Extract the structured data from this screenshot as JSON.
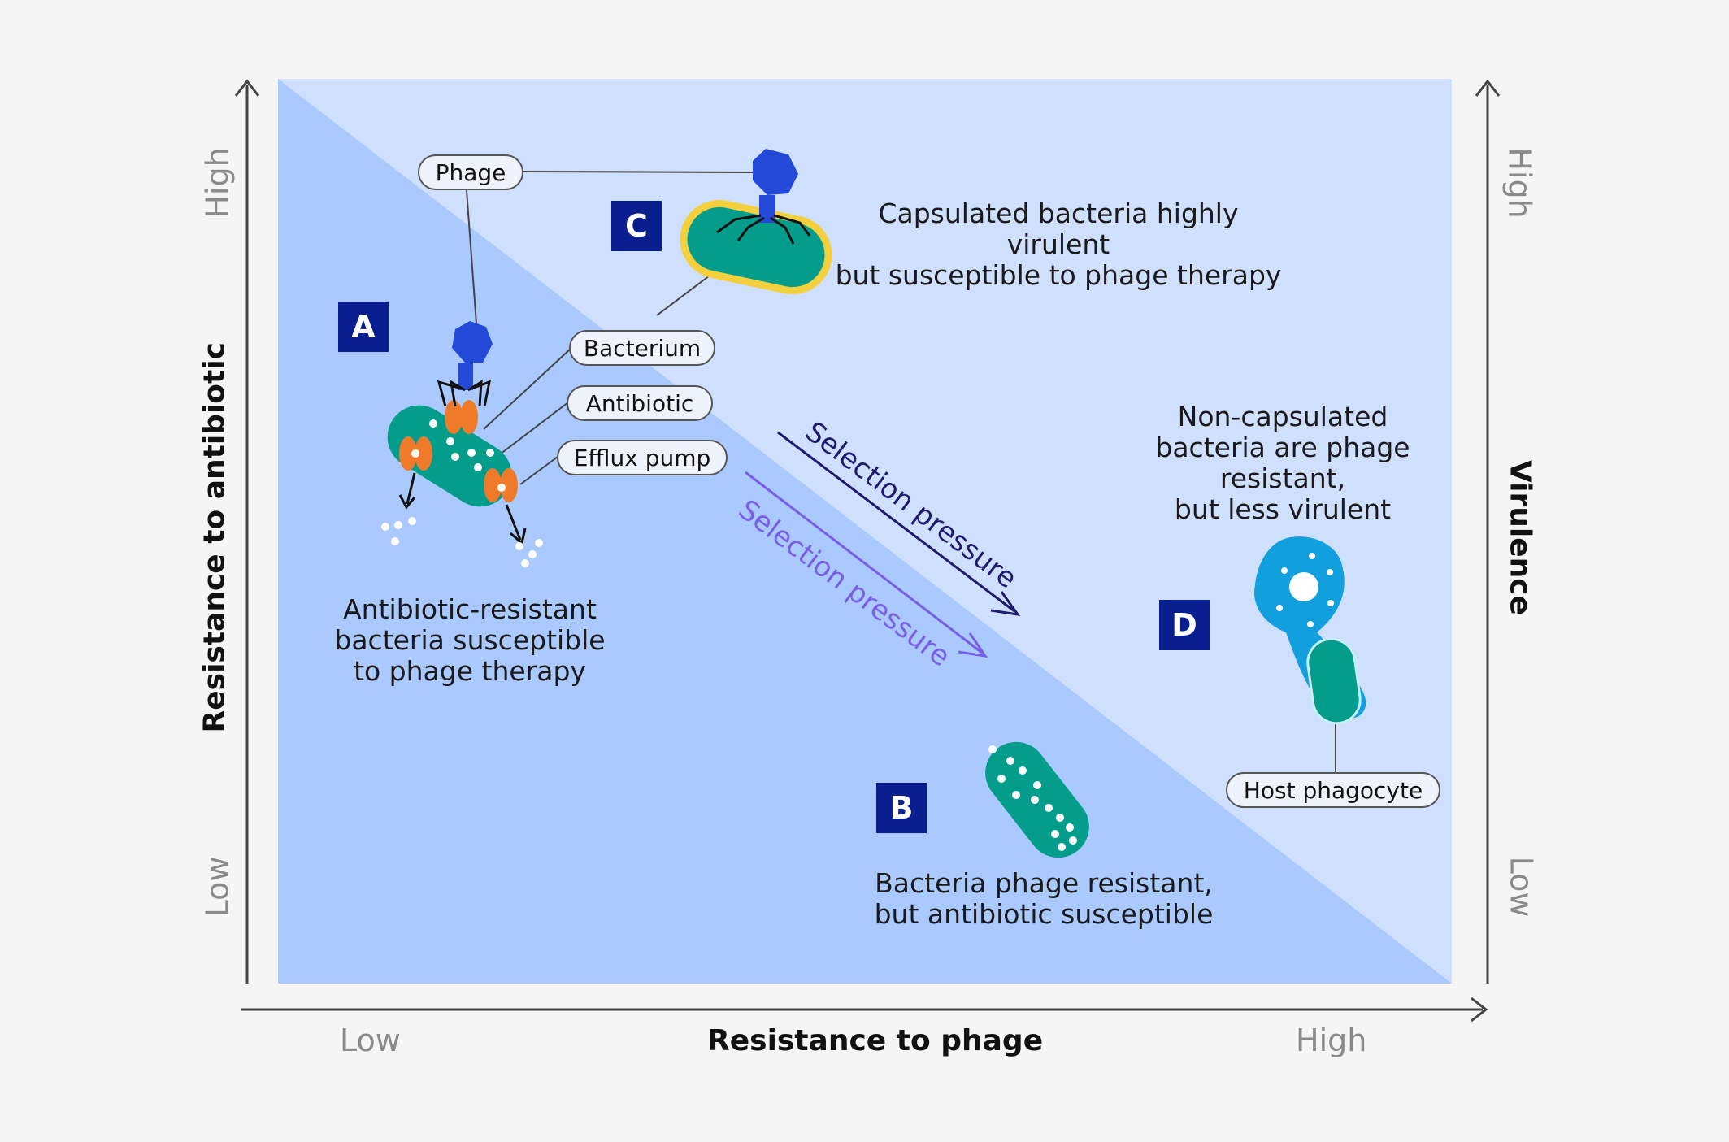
{
  "axes": {
    "x_title": "Resistance to phage",
    "x_low": "Low",
    "x_high": "High",
    "y_left_title": "Resistance to  antibiotic",
    "y_left_low": "Low",
    "y_left_high": "High",
    "y_right_title": "Virulence",
    "y_right_low": "Low",
    "y_right_high": "High"
  },
  "labels": {
    "phage": "Phage",
    "bacterium": "Bacterium",
    "antibiotic": "Antibiotic",
    "efflux_pump": "Efflux pump",
    "host_phagocyte": "Host phagocyte"
  },
  "quadrants": {
    "a": {
      "letter": "A",
      "caption_lines": [
        "Antibiotic-resistant",
        "bacteria susceptible",
        "to phage therapy"
      ]
    },
    "b": {
      "letter": "B",
      "caption_lines": [
        "Bacteria phage resistant,",
        "but antibiotic susceptible"
      ]
    },
    "c": {
      "letter": "C",
      "caption_lines": [
        "Capsulated bacteria highly virulent",
        "but susceptible to phage therapy"
      ]
    },
    "d": {
      "letter": "D",
      "caption_lines": [
        "Non-capsulated",
        "bacteria are phage",
        "resistant,",
        "but less virulent"
      ]
    }
  },
  "arrows": {
    "selection_pressure_1": "Selection pressure",
    "selection_pressure_2": "Selection pressure"
  },
  "colors": {
    "background": "#f5f5f5",
    "upper_triangle": "#cfe0ff",
    "lower_triangle": "#a9c9ff",
    "letter_box": "#0a1f8f",
    "bacterium": "#049d8b",
    "phage": "#2449d8",
    "efflux_pump": "#ef7b2a",
    "capsule": "#f4d03f",
    "phagocyte": "#119fdd",
    "arrow_dark": "#1e1a6e",
    "arrow_light": "#7a5ee6"
  }
}
